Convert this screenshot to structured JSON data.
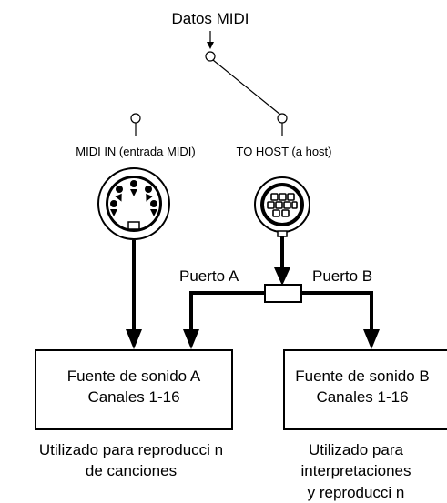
{
  "midi_data_label": "Datos MIDI",
  "midi_in_label": "MIDI IN (entrada MIDI)",
  "to_host_label": "TO HOST (a host)",
  "port_a_label": "Puerto A",
  "port_b_label": "Puerto B",
  "source_a": {
    "title": "Fuente de sonido A",
    "channels": "Canales 1-16",
    "caption_line1": "Utilizado para reproducci n",
    "caption_line2": "de canciones"
  },
  "source_b": {
    "title": "Fuente de sonido B",
    "channels": "Canales 1-16",
    "caption_line1": "Utilizado para",
    "caption_line2": "interpretaciones",
    "caption_line3": "y reproducci n"
  },
  "icons": [
    "switch-icon",
    "midi-din-connector-icon",
    "host-connector-icon",
    "splitter-icon",
    "arrow-icon"
  ]
}
